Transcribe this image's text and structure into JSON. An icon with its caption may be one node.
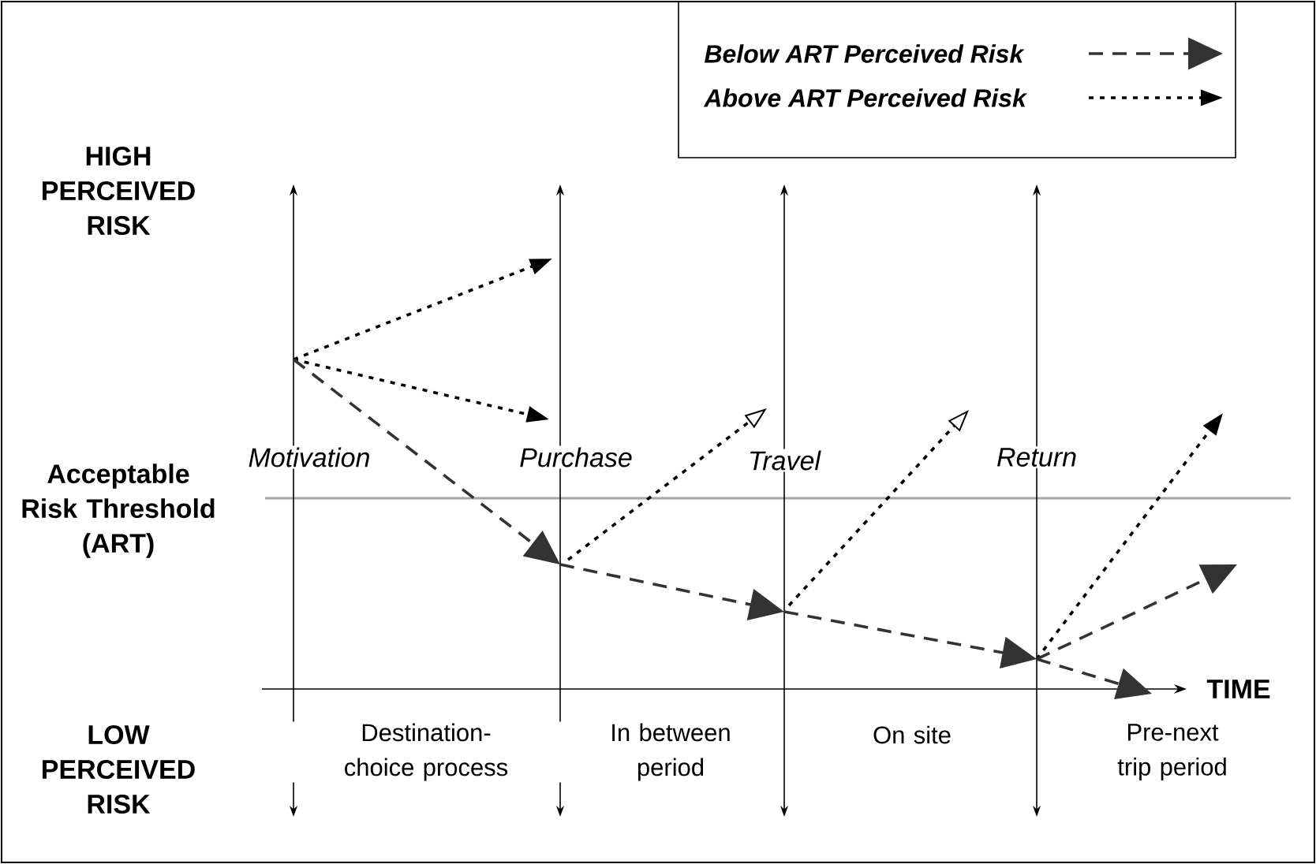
{
  "diagram": {
    "labels": [
      "HIGH PERCEIVED RISK",
      "Acceptable Risk Threshold (ART)",
      "Motivation",
      "Purchase",
      "Travel",
      "Return",
      "TIME",
      "LOW PERCEIVED RISK",
      "Destination-choice process",
      "In between period",
      "On site",
      "Pre-next trip period"
    ],
    "legend": [
      {
        "text": "Below ART Perceived Risk"
      },
      {
        "text": "Above ART Perceived Risk"
      }
    ]
  }
}
